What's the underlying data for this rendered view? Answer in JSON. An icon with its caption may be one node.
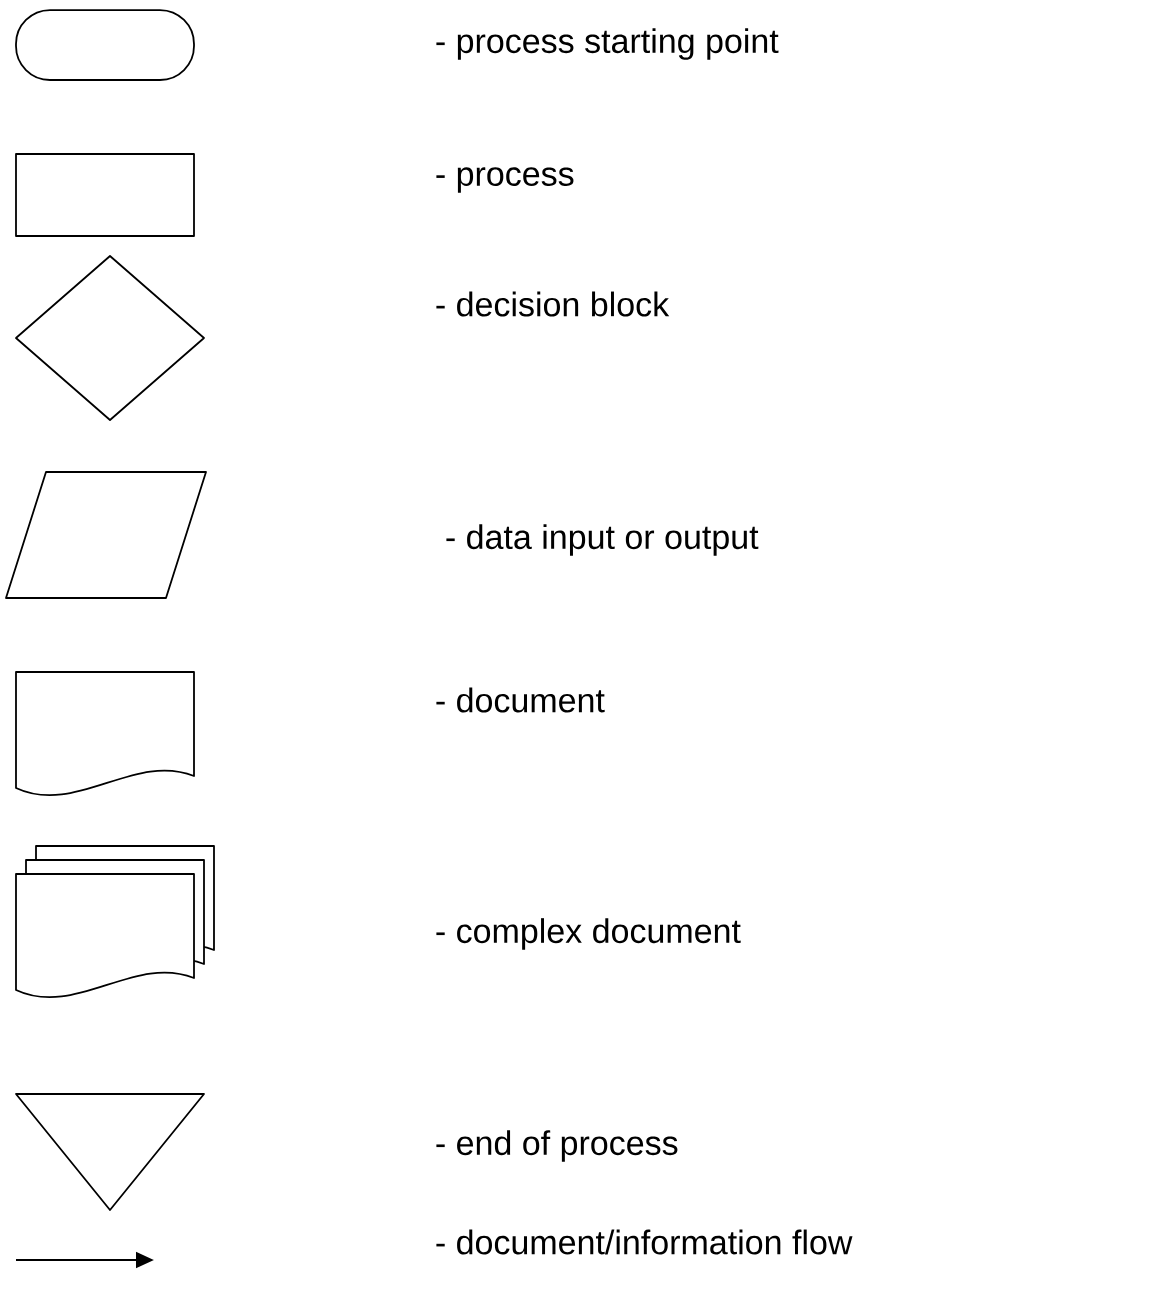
{
  "diagram": {
    "nodes": [
      {
        "text": [],
        "shape": "stadium"
      },
      {
        "text": [],
        "shape": "box"
      },
      {
        "text": [],
        "shape": "diamond"
      },
      {
        "text": [],
        "shape": "parallelogram"
      },
      {
        "text": [],
        "shape": "document"
      },
      {
        "text": [],
        "shape": "documents"
      },
      {
        "text": [],
        "shape": "triangle"
      }
    ],
    "legend": [
      {
        "text": "- process starting point"
      },
      {
        "text": "- process"
      },
      {
        "text": "- decision block"
      },
      {
        "text": "- data input or output"
      },
      {
        "text": "- document"
      },
      {
        "text": "- complex document"
      },
      {
        "text": "- end of process"
      },
      {
        "text": "- document/information flow"
      }
    ]
  }
}
